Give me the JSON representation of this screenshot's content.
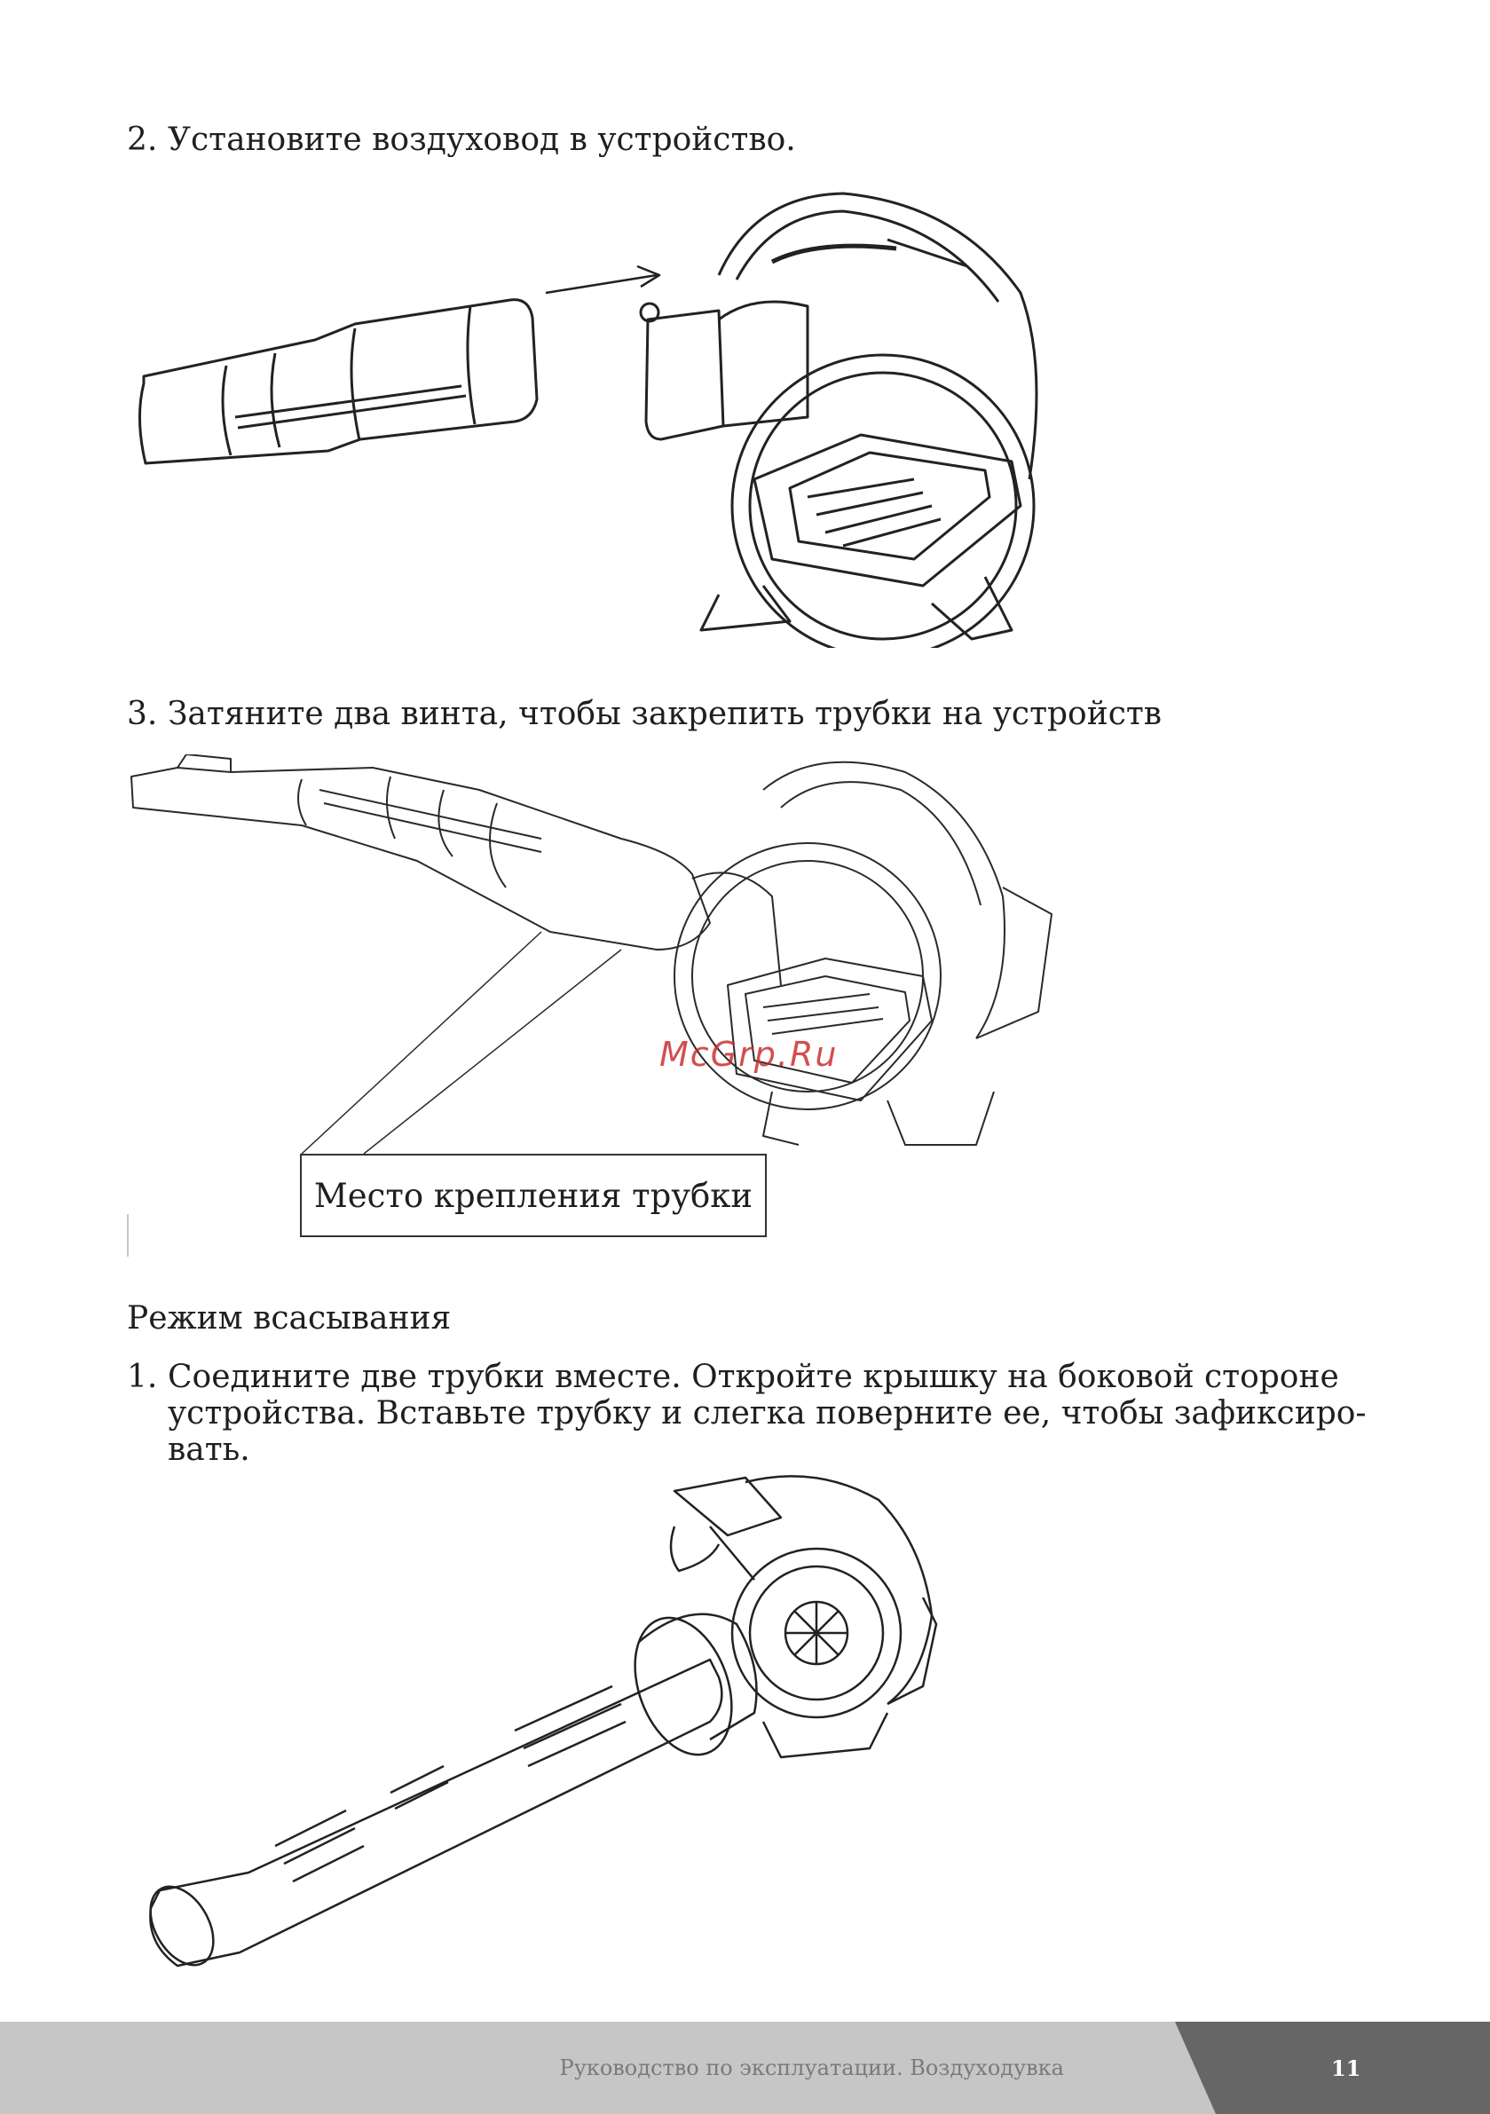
{
  "steps": {
    "step2": {
      "number": "2.",
      "text": "Установите воздуховод в устройство."
    },
    "step3": {
      "number": "3.",
      "text": "Затяните два винта, чтобы закрепить трубки на устройств"
    }
  },
  "callout": {
    "label": "Место крепления трубки"
  },
  "watermark": {
    "text": "McGrp.Ru"
  },
  "suction": {
    "heading": "Режим всасывания",
    "step1": {
      "number": "1.",
      "lines": [
        "Соедините две трубки вместе. Откройте крышку на боковой стороне",
        "устройства. Вставьте трубку и слегка поверните ее, чтобы зафиксиро-",
        "вать."
      ]
    }
  },
  "footer": {
    "title": "Руководство по эксплуатации. Воздуходувка",
    "page": "11"
  },
  "colors": {
    "footer_light": "#c6c6c6",
    "footer_dark": "#666666",
    "watermark": "#c82828"
  }
}
